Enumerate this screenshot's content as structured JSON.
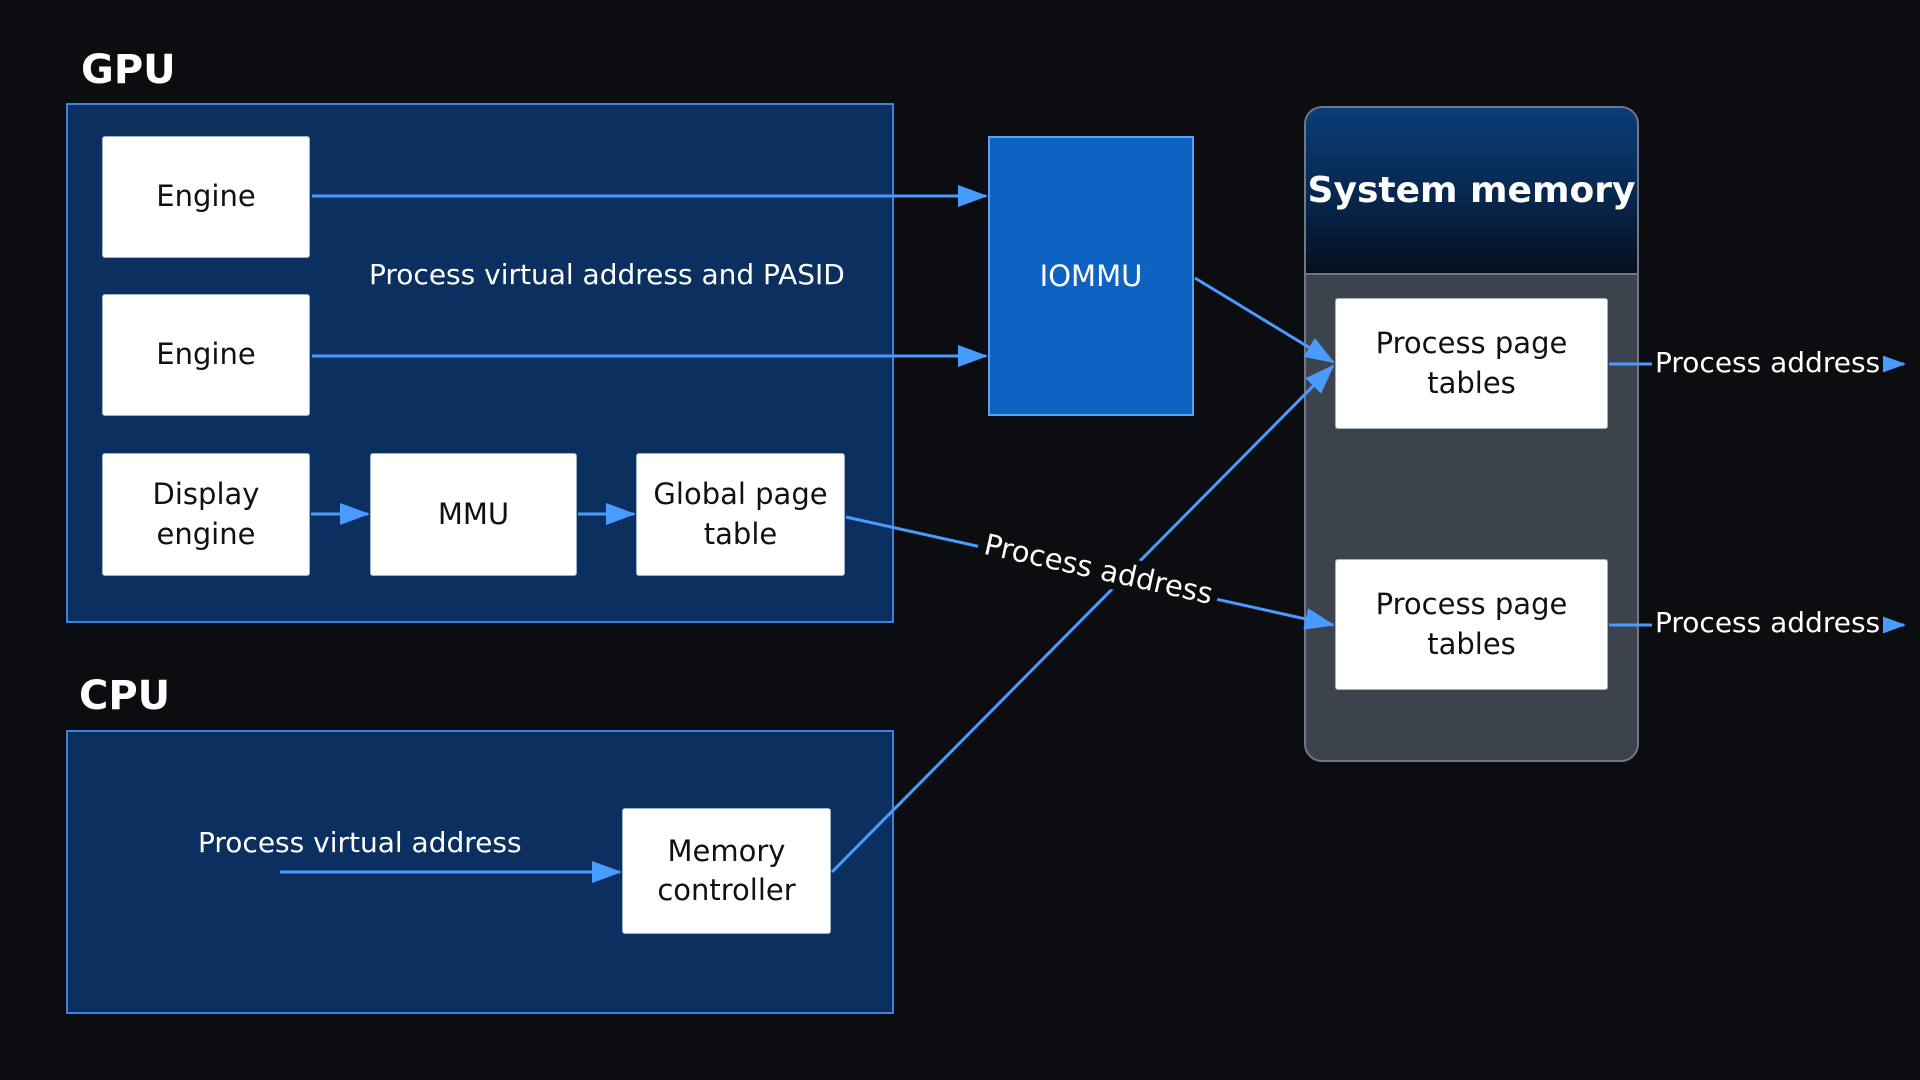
{
  "gpu": {
    "title": "GPU",
    "engine_1": "Engine",
    "engine_2": "Engine",
    "display_engine": "Display engine",
    "mmu": "MMU",
    "global_page_table": "Global page table",
    "flow_label": "Process virtual address and PASID"
  },
  "cpu": {
    "title": "CPU",
    "flow_label": "Process virtual address",
    "memory_controller": "Memory controller"
  },
  "iommu": {
    "label": "IOMMU"
  },
  "system_memory": {
    "title": "System memory",
    "page_tables_1": "Process page tables",
    "page_tables_2": "Process page tables"
  },
  "connections": {
    "middle_label": "Process address",
    "out_label_1": "Process address",
    "out_label_2": "Process address"
  },
  "colors": {
    "background": "#0b0d11",
    "panel_fill": "#0b3060",
    "panel_border": "#3b82d8",
    "iommu_fill": "#0e62c2",
    "arrow": "#4a9bff",
    "box_fill": "#ffffff",
    "system_memory_body": "#3d434d"
  }
}
